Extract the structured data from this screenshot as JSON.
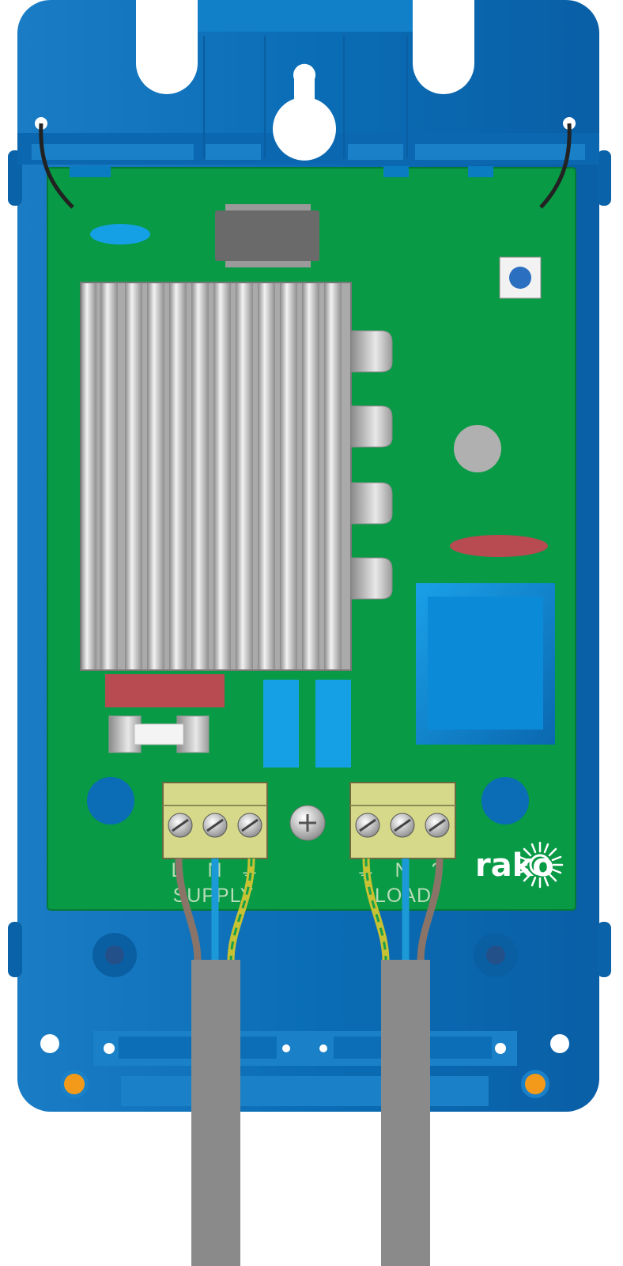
{
  "labels": {
    "supply": "SUPPLY",
    "load": "LOAD",
    "supply_terminals": [
      "L",
      "N",
      "⏚"
    ],
    "load_terminals": [
      "⏚",
      "N",
      "?"
    ]
  },
  "brand": "rako",
  "colors": {
    "enclosure": "#0a6db5",
    "enclosure_dark": "#0a5a9a",
    "pcb": "#089a45",
    "heatsink": "#b5b5b5",
    "terminal_block": "#d6d98a",
    "cable_sheath": "#8a8a8a",
    "wire_live": "#8a7468",
    "wire_neutral": "#1c9ad8",
    "wire_earth": "#c7c233",
    "led_orange": "#f39a1a",
    "resistor_red": "#b84a52",
    "capacitor_blue": "#0aa0e0"
  },
  "icons": [
    "screw-icon",
    "sun-logo-icon"
  ]
}
